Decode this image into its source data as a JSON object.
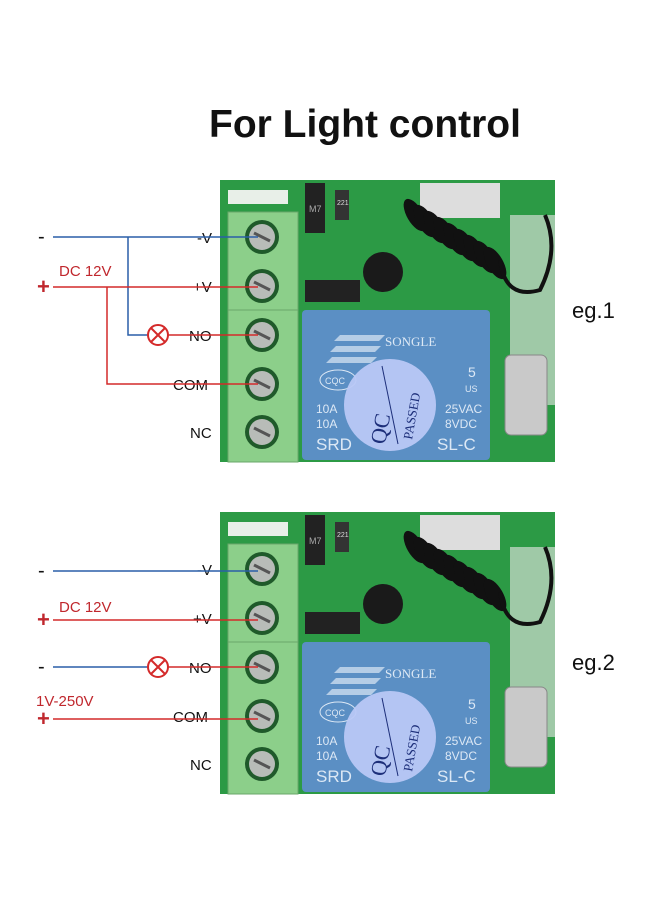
{
  "title": "For Light control",
  "colors": {
    "negative_wire": "#2a5fa8",
    "positive_wire": "#d42a2a",
    "board": "#2c9a45",
    "terminal_block": "#8ccf8a",
    "relay": "#5b8fc4",
    "lamp": "#d42a2a"
  },
  "terminals": [
    "-V",
    "+V",
    "NO",
    "COM",
    "NC"
  ],
  "board_labels": {
    "brand": "SONGLE",
    "cert": "CQC",
    "rating1": "10A",
    "rating2": "10A",
    "ac": "25VAC",
    "dc": "8VDC",
    "model_left": "SRD",
    "model_right": "SL-C",
    "ul": "5",
    "us": "US",
    "sticker_qc": "QC",
    "sticker_passed": "PASSED",
    "resistor": "221",
    "diode": "M7"
  },
  "examples": [
    {
      "label": "eg.1",
      "minus": "-",
      "plus": "+",
      "supply": "DC 12V",
      "lamp_icon": "lamp-icon"
    },
    {
      "label": "eg.2",
      "minus": "-",
      "plus": "+",
      "supply": "DC 12V",
      "load_minus": "-",
      "load_plus": "+",
      "load_supply": "1V-250V",
      "lamp_icon": "lamp-icon"
    }
  ]
}
